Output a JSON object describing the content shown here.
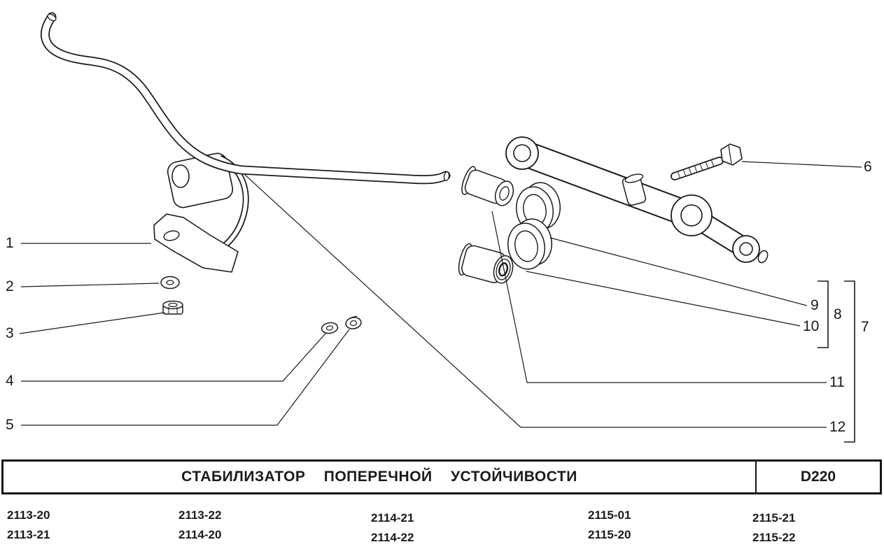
{
  "callouts": {
    "c1": "1",
    "c2": "2",
    "c3": "3",
    "c4": "4",
    "c5": "5",
    "c6": "6",
    "c7": "7",
    "c8": "8",
    "c9": "9",
    "c10": "10",
    "c11": "11",
    "c12": "12"
  },
  "parts_table": {
    "title": "СТАБИЛИЗАТОР ПОПЕРЕЧНОЙ УСТОЙЧИВОСТИ",
    "code": "D220",
    "model_rows": [
      [
        "2113-20",
        "2113-22",
        "2114-21",
        "2115-01",
        "2115-21"
      ],
      [
        "2113-21",
        "2114-20",
        "2114-22",
        "2115-20",
        "2115-22"
      ]
    ]
  },
  "colors": {
    "line": "#1a1a1a",
    "background": "#ffffff"
  }
}
